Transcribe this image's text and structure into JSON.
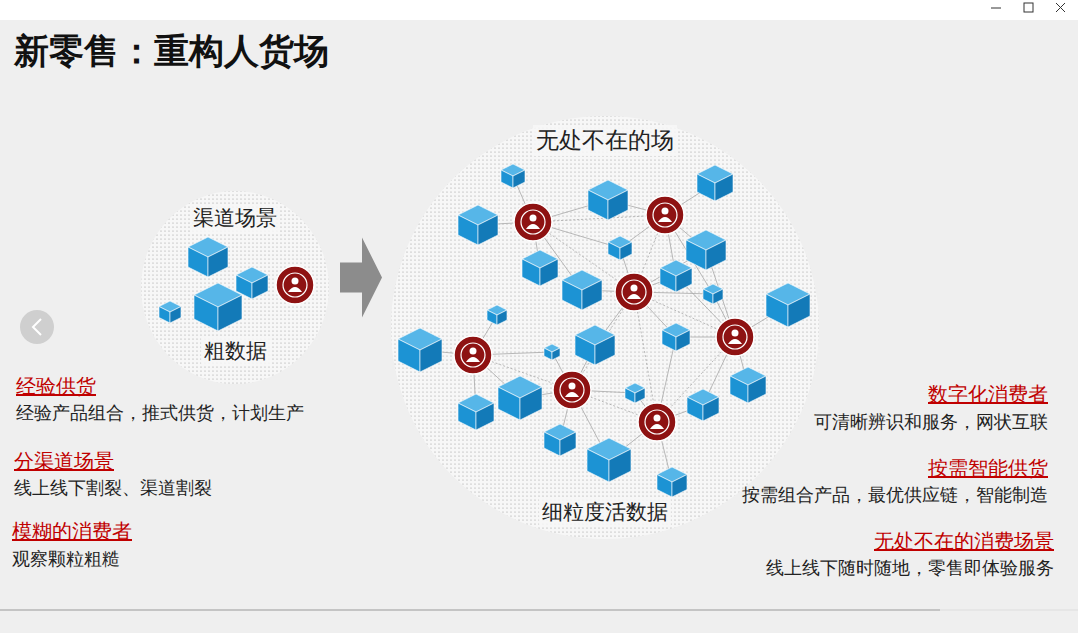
{
  "diagram": {
    "title": "新零售：重构人货场",
    "nodes": [
      {
        "text": [
          "渠道场景",
          "粗数据"
        ]
      },
      {
        "text": [
          "无处不在的场",
          "细粒度活数据"
        ]
      }
    ],
    "edges": [
      {
        "from": 0,
        "to": 1,
        "arrow": "to"
      }
    ],
    "labels": [
      "经验供货",
      "经验产品组合，推式供货，计划生产",
      "分渠道场景",
      "线上线下割裂、渠道割裂",
      "模糊的消费者",
      "观察颗粒粗糙",
      "数字化消费者",
      "可清晰辨识和服务，网状互联",
      "按需智能供货",
      "按需组合产品，最优供应链，智能制造",
      "无处不在的消费场景",
      "线上线下随时随地，零售即体验服务"
    ]
  }
}
